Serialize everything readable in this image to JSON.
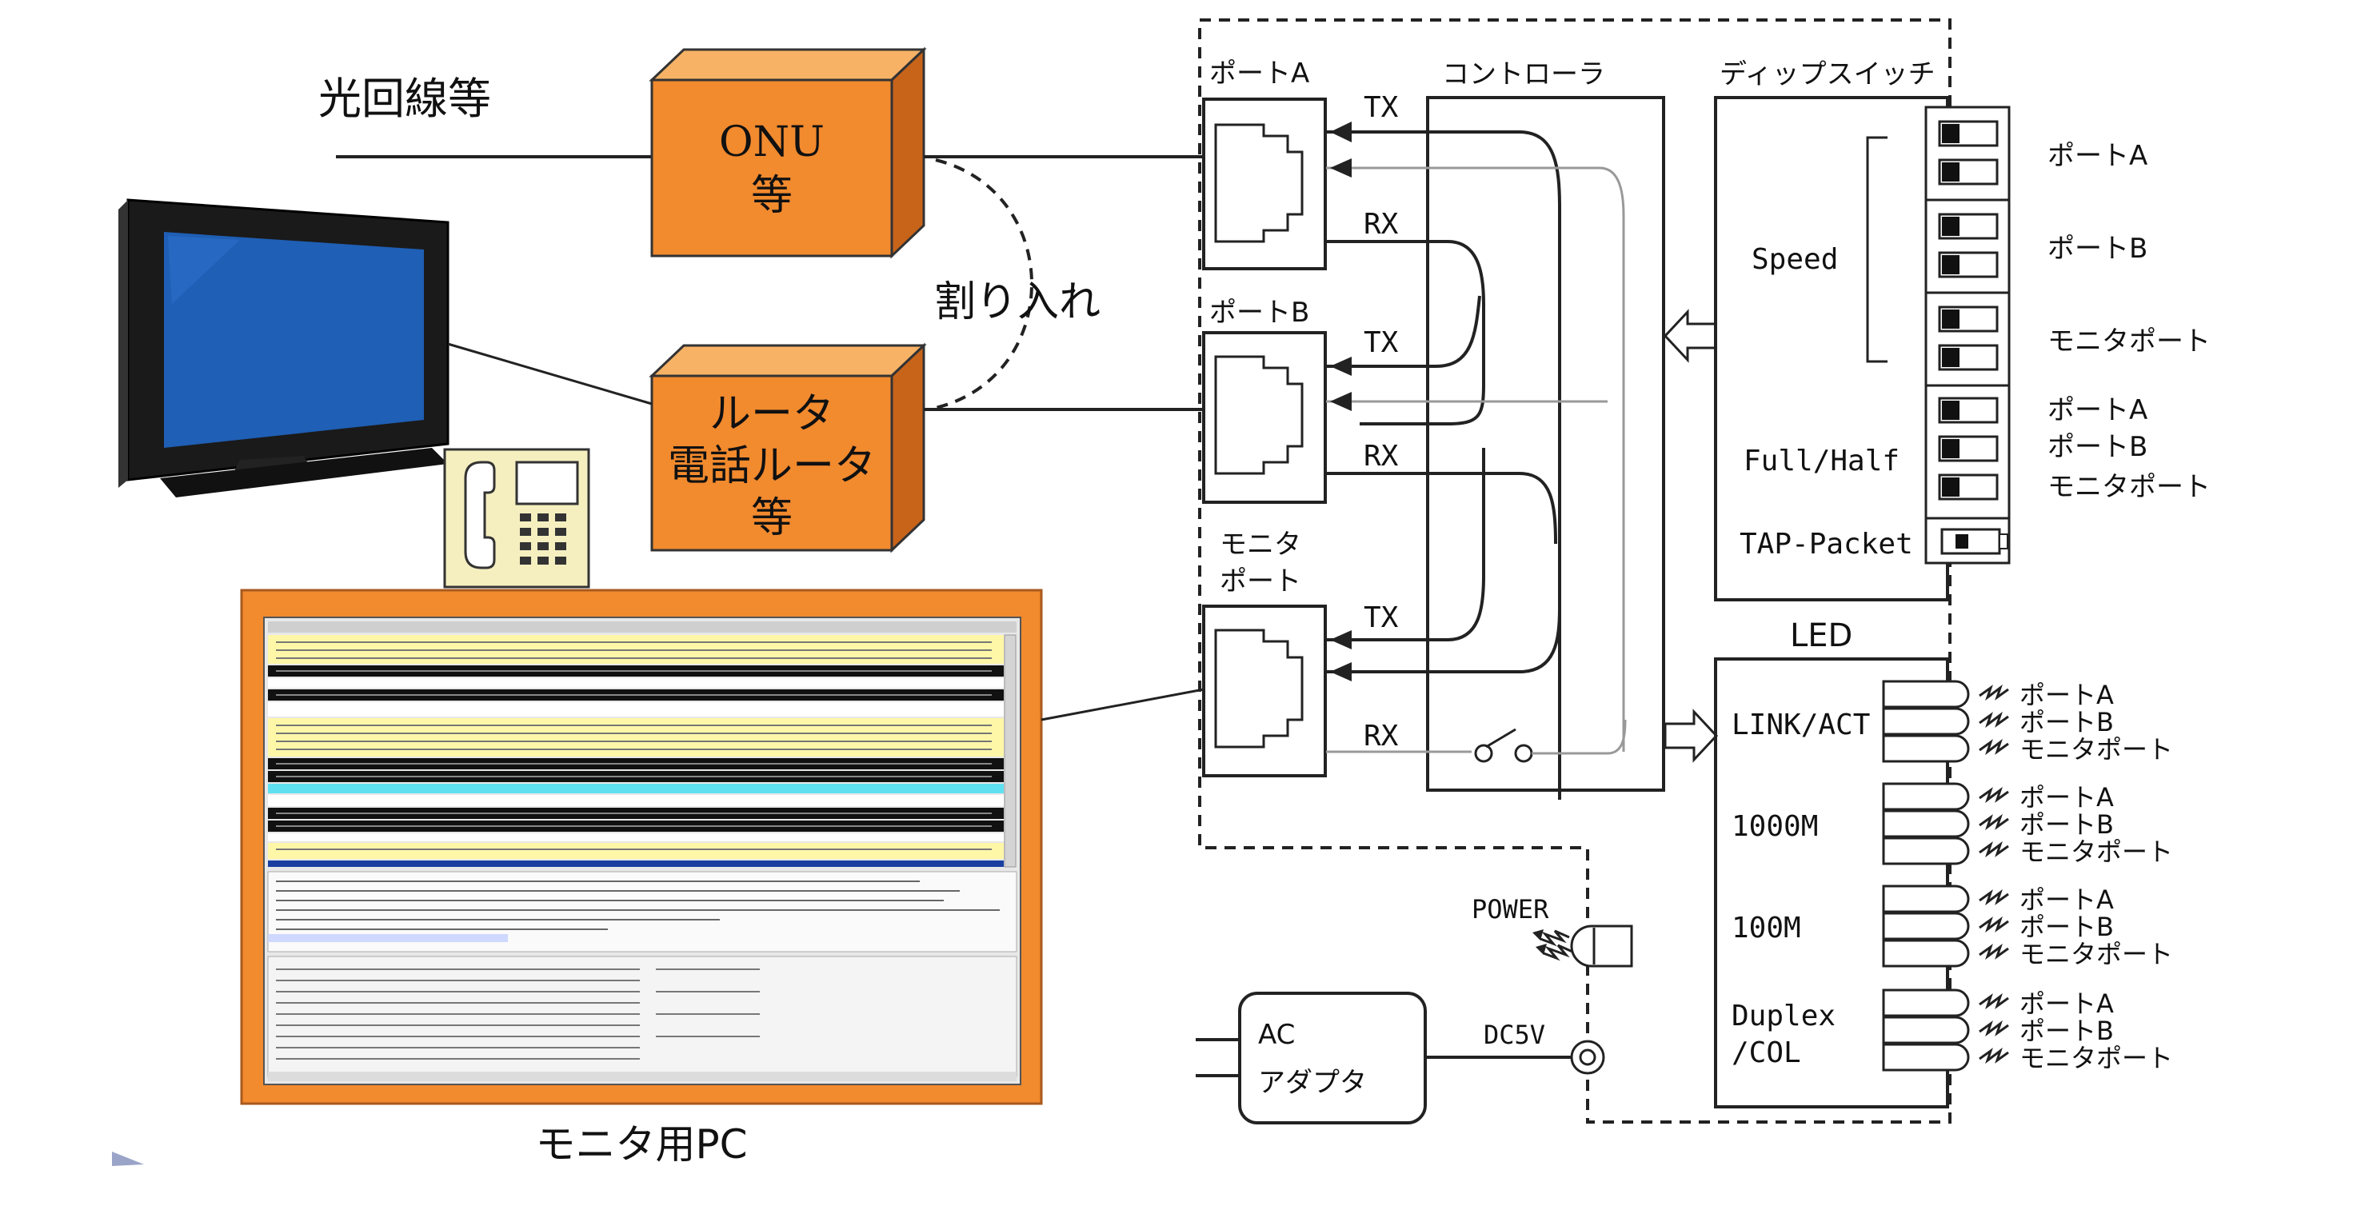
{
  "labels": {
    "fiber": "光回線等",
    "onu_line1": "ONU",
    "onu_line2": "等",
    "router_line1": "ルータ",
    "router_line2": "電話ルータ",
    "router_line3": "等",
    "insert": "割り入れ",
    "monitor_pc": "モニタ用PC",
    "port_a": "ポートA",
    "port_b": "ポートB",
    "monitor_port_line1": "モニタ",
    "monitor_port_line2": "ポート",
    "tx": "TX",
    "rx": "RX",
    "controller": "コントローラ",
    "dip_switch": "ディップスイッチ",
    "speed": "Speed",
    "full_half": "Full/Half",
    "tap_packet": "TAP-Packet",
    "sw_port_a": "ポートA",
    "sw_port_b": "ポートB",
    "sw_monitor_port": "モニタポート",
    "led": "LED",
    "link_act": "LINK/ACT",
    "m1000": "1000M",
    "m100": "100M",
    "duplex_line1": "Duplex",
    "duplex_line2": "/COL",
    "power": "POWER",
    "dc5v": "DC5V",
    "ac_line1": "AC",
    "ac_line2": "アダプタ"
  },
  "colors": {
    "device_fill": "#f28a2e",
    "device_top": "#f7b266",
    "device_side": "#c8641a",
    "screen_blue": "#1f5fb5",
    "pc_frame": "#f28a2e",
    "packet_yellow": "#fff7a8",
    "packet_cyan": "#5fe0f0",
    "packet_black": "#111111"
  }
}
